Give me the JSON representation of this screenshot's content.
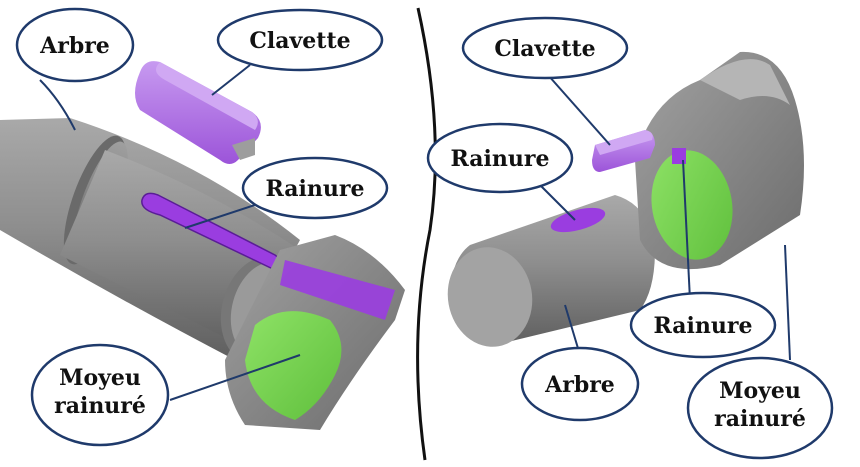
{
  "colors": {
    "metal": "#8c8c8c",
    "metal_dark": "#5e5e5e",
    "metal_light": "#b9b9b9",
    "key": "#b36ae6",
    "slot": "#9a3de0",
    "bore": "#7ed957",
    "bubble_fill": "#ffffff",
    "bubble_stroke": "#1f3a6b"
  },
  "left_panel": {
    "labels": {
      "arbre": "Arbre",
      "clavette": "Clavette",
      "rainure": "Rainure",
      "moyeu_line1": "Moyeu",
      "moyeu_line2": "rainuré"
    }
  },
  "right_panel": {
    "labels": {
      "clavette": "Clavette",
      "rainure_top": "Rainure",
      "rainure_bottom": "Rainure",
      "arbre": "Arbre",
      "moyeu_line1": "Moyeu",
      "moyeu_line2": "rainuré"
    }
  }
}
